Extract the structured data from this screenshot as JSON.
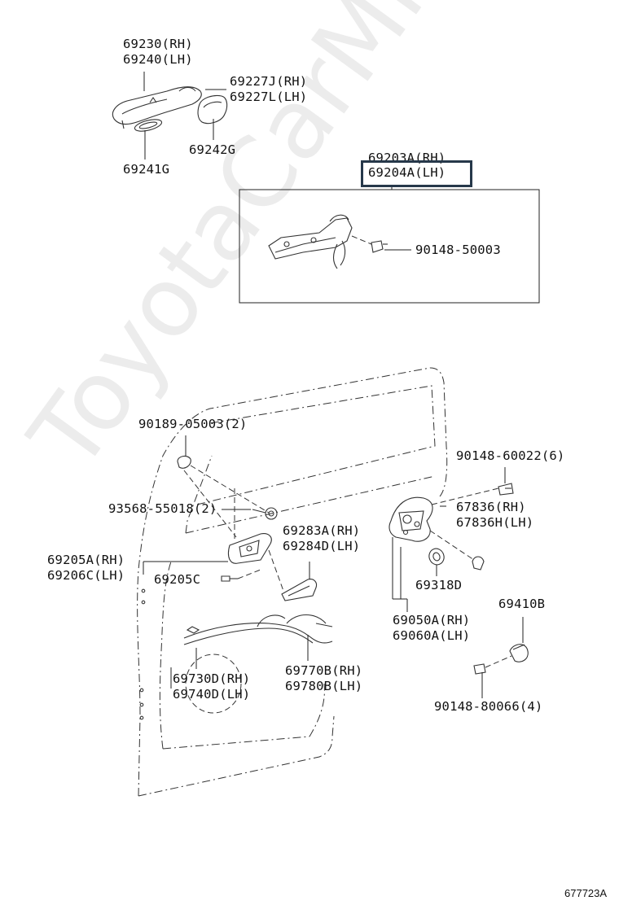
{
  "watermark": "ToyotaCarMine.ru",
  "catalog_number": "677723A",
  "labels": {
    "outside_handle": "69230(RH)\n69240(LH)",
    "handle_cap": "69227J(RH)\n69227L(LH)",
    "cap_pad": "69242G",
    "handle_pad": "69241G",
    "frame_assy_rh": "69203A(RH)",
    "frame_assy_lh": "69204A(LH)",
    "frame_screw": "90148-50003",
    "top_bolt": "90189-05003(2)",
    "lock_bolt": "90148-60022(6)",
    "clip": "93568-55018(2)",
    "striker_cover": "67836(RH)\n67836H(LH)",
    "inside_handle_cover": "69283A(RH)\n69284D(LH)",
    "inside_handle": "69205A(RH)\n69206C(LH)",
    "inside_handle_part": "69205C",
    "grommet": "69318D",
    "lock_assy": "69050A(RH)\n69060A(LH)",
    "bracket": "69410B",
    "lock_cable": "69730D(RH)\n69740D(LH)",
    "open_cable": "69770B(RH)\n69780B(LH)",
    "bracket_screw": "90148-80066(4)"
  }
}
